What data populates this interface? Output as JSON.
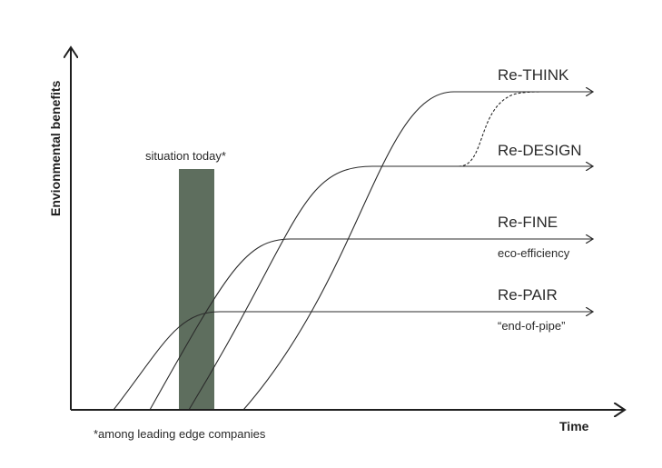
{
  "axes": {
    "y_label": "Envionmental benefits",
    "x_label": "Time"
  },
  "bar": {
    "label": "situation today*",
    "color": "#5e6e5e"
  },
  "footnote": "*among leading edge companies",
  "curves": [
    {
      "name": "Re-THINK",
      "sublabel": ""
    },
    {
      "name": "Re-DESIGN",
      "sublabel": ""
    },
    {
      "name": "Re-FINE",
      "sublabel": "eco-efficiency"
    },
    {
      "name": "Re-PAIR",
      "sublabel": "“end-of-pipe”"
    }
  ],
  "colors": {
    "line": "#2b2b2b",
    "text": "#2a2a2a"
  }
}
